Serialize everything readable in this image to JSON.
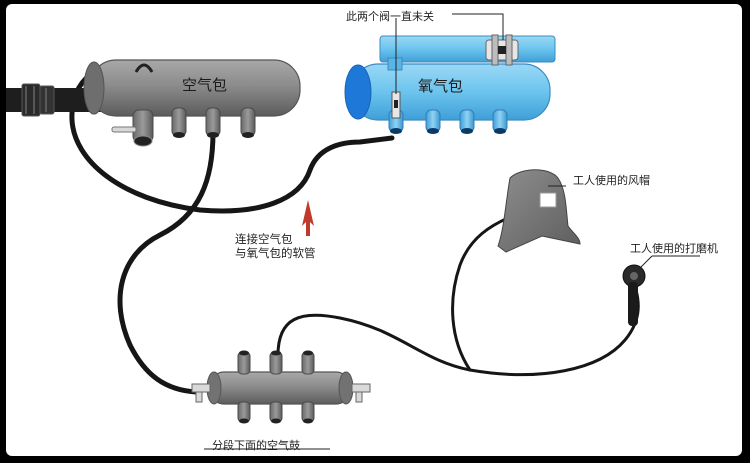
{
  "labels": {
    "air_tank": "空气包",
    "oxygen_tank": "氧气包",
    "valves_closed": "此两个阀一直未关",
    "hose_line1": "连接空气包",
    "hose_line2": "与氧气包的软管",
    "worker_hood": "工人使用的风帽",
    "worker_grinder": "工人使用的打磨机",
    "sectional_drum": "分段下面的空气鼓"
  },
  "colors": {
    "background": "#ffffff",
    "frame": "#000000",
    "air_tank": "#8a8a8a",
    "oxygen_tank": "#6cc4ee",
    "oxygen_tank_end": "#1e78d8",
    "hose": "#161616",
    "arrow": "#c0392b"
  }
}
